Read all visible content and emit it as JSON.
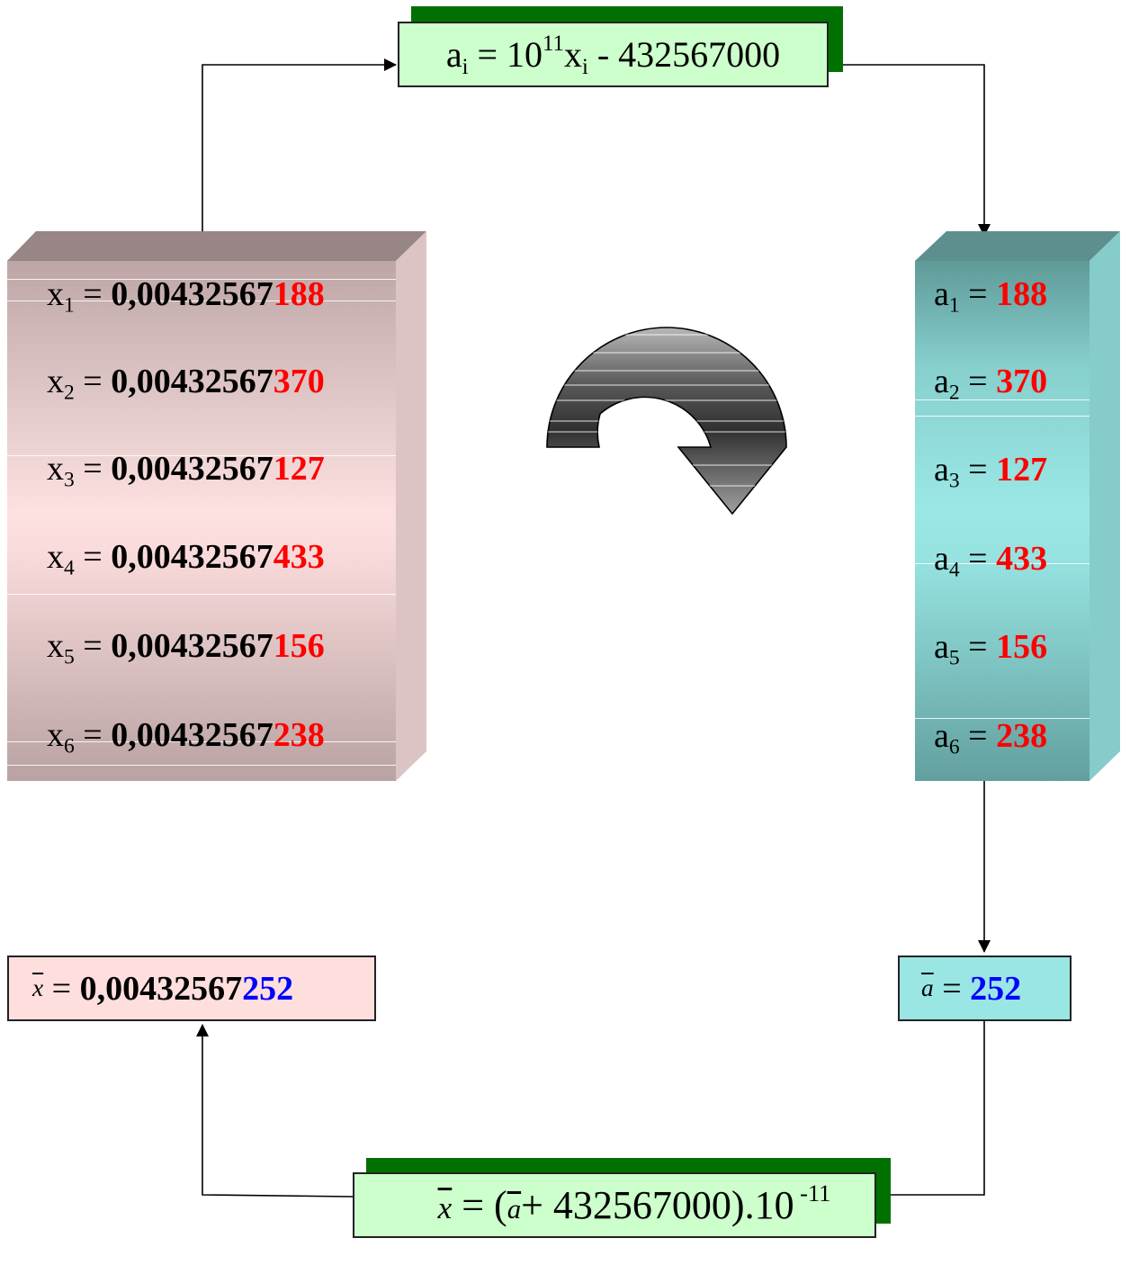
{
  "top_formula": {
    "lhs": "a",
    "lhs_sub": "i",
    "eq": " = 10",
    "exp": "11",
    "var": "x",
    "var_sub": "i",
    "rest": " - 432567000"
  },
  "bottom_formula": {
    "var_x": "x",
    "mid": " = (",
    "var_a": "a",
    "rest": "+ 432567000).10",
    "exp": " -11"
  },
  "x_values": [
    {
      "sub": "1",
      "prefix": "0,00432567",
      "suffix": "188"
    },
    {
      "sub": "2",
      "prefix": "0,00432567",
      "suffix": "370"
    },
    {
      "sub": "3",
      "prefix": "0,00432567",
      "suffix": "127"
    },
    {
      "sub": "4",
      "prefix": "0,00432567",
      "suffix": "433"
    },
    {
      "sub": "5",
      "prefix": "0,00432567",
      "suffix": "156"
    },
    {
      "sub": "6",
      "prefix": "0,00432567",
      "suffix": "238"
    }
  ],
  "a_values": [
    {
      "sub": "1",
      "value": "188"
    },
    {
      "sub": "2",
      "value": "370"
    },
    {
      "sub": "3",
      "value": "127"
    },
    {
      "sub": "4",
      "value": "433"
    },
    {
      "sub": "5",
      "value": "156"
    },
    {
      "sub": "6",
      "value": "238"
    }
  ],
  "mean_x": {
    "var": "x",
    "eq": " = ",
    "prefix": "0,00432567",
    "suffix": "252"
  },
  "mean_a": {
    "var": "a",
    "eq": " = ",
    "value": "252"
  },
  "symbols": {
    "x": "x",
    "a": "a",
    "equals": " = "
  },
  "colors": {
    "green_shadow": "#007000",
    "formula_fill": "#ccffcc",
    "highlight_red": "#ff0000",
    "highlight_blue": "#0000ff",
    "x_column": "#fde0e0",
    "a_column": "#9ae8e6"
  },
  "icons": {
    "cycle": "curved-arrow-icon"
  }
}
